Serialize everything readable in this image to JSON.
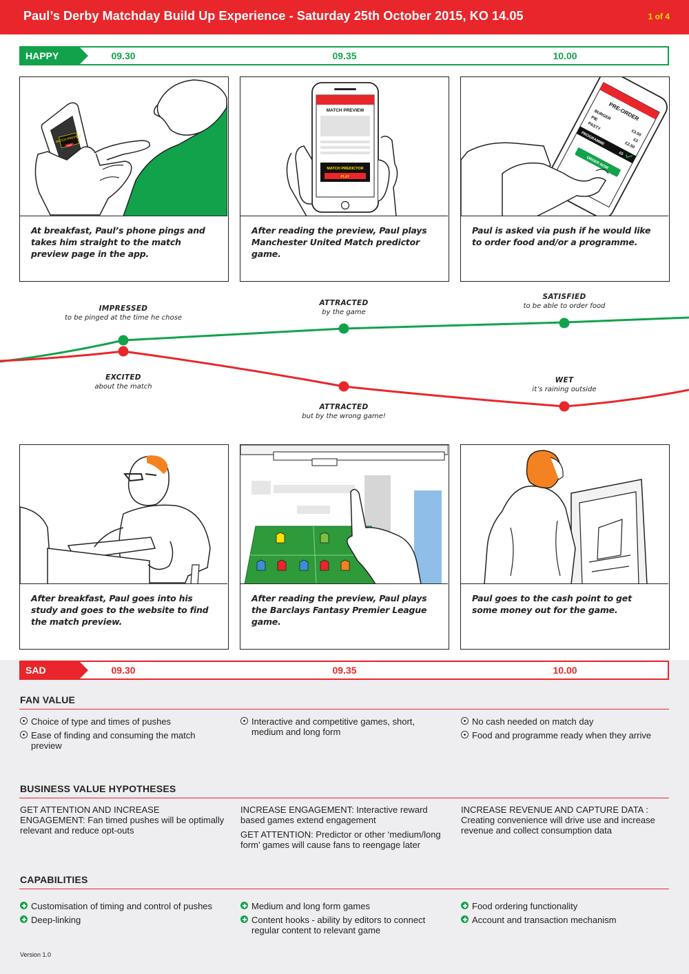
{
  "header": {
    "title": "Paul’s Derby Matchday Build Up Experience - Saturday 25th October 2015, KO 14.05",
    "page": "1 of 4"
  },
  "colors": {
    "brand_red": "#e8262b",
    "happy_green": "#13a24c",
    "page_yellow": "#ffe000",
    "sad_band_bg": "#eeeef0"
  },
  "happy_bar": {
    "tag": "HAPPY",
    "times": [
      "09.30",
      "09.35",
      "10.00"
    ]
  },
  "sad_bar": {
    "tag": "SAD",
    "times": [
      "09.30",
      "09.35",
      "10.00"
    ]
  },
  "happy_panels": [
    {
      "caption": "At breakfast, Paul’s phone pings and takes him straight to the match preview page in the app.",
      "illustration": "phone-ping-illustration",
      "screen_text": [
        "MATCH PREVIEW",
        "MAN"
      ]
    },
    {
      "caption": "After reading the preview, Paul plays Manchester United Match predictor game.",
      "illustration": "predictor-game-illustration",
      "screen_text": [
        "MATCH PREVIEW",
        "MATCH PREDICTOR",
        "PLAY"
      ]
    },
    {
      "caption": "Paul is asked via push if he would like to order food and/or a programme.",
      "illustration": "order-food-illustration",
      "screen_text": [
        "PRE-ORDER",
        "BURGER",
        "PIE",
        "PASTY",
        "£3.50",
        "£3",
        "£2.50",
        "PROGRAMME",
        "£5",
        "ORDER NOW"
      ]
    }
  ],
  "sad_panels": [
    {
      "caption": "After breakfast, Paul goes into his study and goes to the website to find the match preview.",
      "illustration": "desktop-study-illustration"
    },
    {
      "caption": "After reading the preview, Paul plays the Barclays Fantasy Premier League game.",
      "illustration": "fantasy-league-illustration"
    },
    {
      "caption": "Paul goes to the cash point to get some money out for the game.",
      "illustration": "cash-point-illustration"
    }
  ],
  "emotions": {
    "happy": [
      {
        "emotion": "IMPRESSED",
        "detail": "to be pinged at the time he chose"
      },
      {
        "emotion": "ATTRACTED",
        "detail": "by the game"
      },
      {
        "emotion": "SATISFIED",
        "detail": "to be able to order food"
      }
    ],
    "sad": [
      {
        "emotion": "EXCITED",
        "detail": "about the match"
      },
      {
        "emotion": "ATTRACTED",
        "detail": "but by the wrong  game!"
      },
      {
        "emotion": "WET",
        "detail": "it’s raining outside"
      }
    ]
  },
  "fan_value": {
    "title": "FAN VALUE",
    "columns": [
      [
        "Choice of type and times of pushes",
        "Ease of finding and consuming the match preview"
      ],
      [
        "Interactive and competitive games, short, medium and long form"
      ],
      [
        "No cash needed on match day",
        "Food and programme ready when they arrive"
      ]
    ]
  },
  "business_value": {
    "title": "BUSINESS VALUE HYPOTHESES",
    "columns": [
      [
        "GET ATTENTION AND INCREASE ENGAGEMENT: Fan timed pushes will be optimally relevant and reduce opt-outs"
      ],
      [
        "INCREASE ENGAGEMENT: Interactive reward based games extend engagement",
        "GET ATTENTION: Predictor or other ‘medium/long form’ games will cause fans to reengage later"
      ],
      [
        "INCREASE REVENUE AND CAPTURE DATA : Creating convenience will drive use and increase revenue and collect consumption data"
      ]
    ]
  },
  "capabilities": {
    "title": "CAPABILITIES",
    "columns": [
      [
        "Customisation of timing and control of pushes",
        "Deep-linking"
      ],
      [
        "Medium and long form games",
        "Content hooks - ability by editors to connect regular content to relevant game"
      ],
      [
        "Food ordering functionality",
        "Account and transaction mechanism"
      ]
    ]
  },
  "version": "Version 1.0"
}
